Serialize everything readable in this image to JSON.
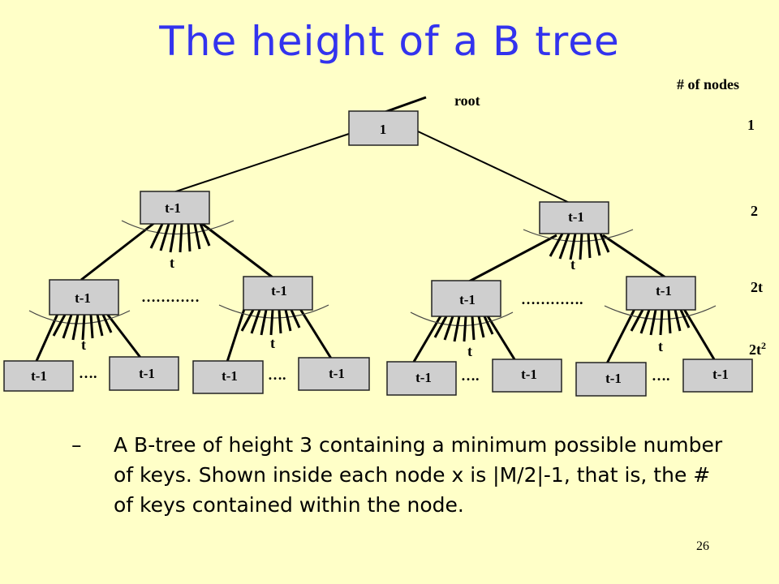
{
  "title": "The height of a B tree",
  "root_label": "root",
  "count_header": "# of nodes",
  "level_counts": [
    "1",
    "2",
    "2t",
    "2t"
  ],
  "level_count_superscript": "2",
  "root_node_text": "1",
  "node_text": "t-1",
  "branch_label": "t",
  "gap_dots_long_left": "…………",
  "gap_dots_long_right": "………….",
  "gap_dots_short": "….",
  "bullet_dash": "–",
  "bullet_text": "A B-tree of height 3 containing a minimum possible number of keys. Shown inside each node x is |M/2|-1, that is, the # of keys contained within the node.",
  "page_number": "26"
}
